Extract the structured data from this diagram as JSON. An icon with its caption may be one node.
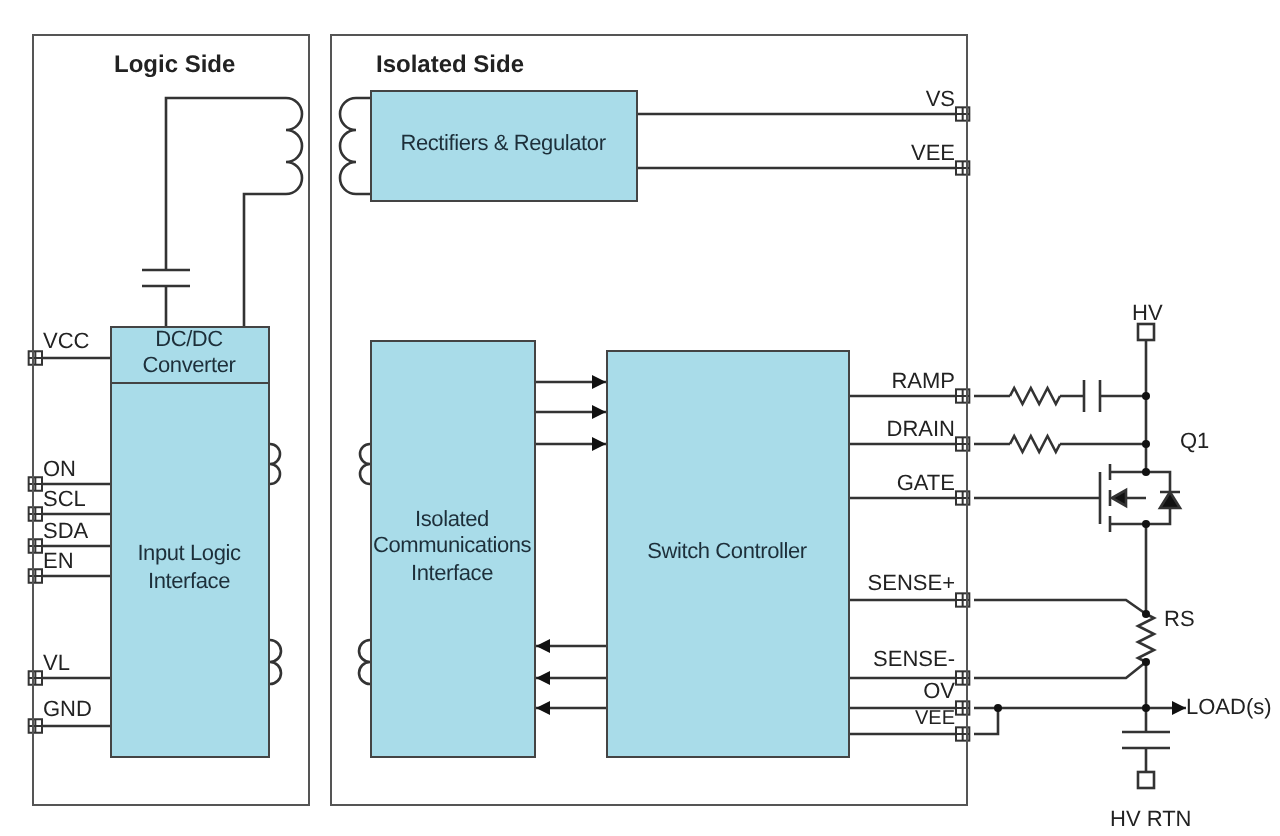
{
  "diagram": {
    "nodes": [
      {
        "text": [
          "Logic Side"
        ]
      },
      {
        "text": [
          "Isolated Side"
        ]
      },
      {
        "text": [
          "DC/DC Converter"
        ],
        "in": 0
      },
      {
        "text": [
          "Input Logic Interface"
        ],
        "in": 0
      },
      {
        "text": [
          "Rectifiers & Regulator"
        ],
        "in": 1
      },
      {
        "text": [
          "Isolated Communications Interface"
        ],
        "in": 1
      },
      {
        "text": [
          "Switch Controller"
        ],
        "in": 1
      },
      {
        "text": [
          "VCC"
        ],
        "in": 0
      },
      {
        "text": [
          "ON"
        ],
        "in": 0
      },
      {
        "text": [
          "SCL"
        ],
        "in": 0
      },
      {
        "text": [
          "SDA"
        ],
        "in": 0
      },
      {
        "text": [
          "EN"
        ],
        "in": 0
      },
      {
        "text": [
          "VL"
        ],
        "in": 0
      },
      {
        "text": [
          "GND"
        ],
        "in": 0
      },
      {
        "text": [
          "VS"
        ],
        "in": 1
      },
      {
        "text": [
          "VEE"
        ],
        "in": 1
      },
      {
        "text": [
          "RAMP"
        ],
        "in": 1
      },
      {
        "text": [
          "DRAIN"
        ],
        "in": 1
      },
      {
        "text": [
          "GATE"
        ],
        "in": 1
      },
      {
        "text": [
          "SENSE+"
        ],
        "in": 1
      },
      {
        "text": [
          "SENSE-"
        ],
        "in": 1
      },
      {
        "text": [
          "OV"
        ],
        "in": 1
      },
      {
        "text": [
          "VEE"
        ],
        "in": 1
      },
      {
        "text": [
          "LOAD(s)"
        ]
      }
    ],
    "edges": [
      {
        "from": 2,
        "to": 7,
        "arrow": "other"
      },
      {
        "from": 3,
        "to": 8,
        "arrow": "other"
      },
      {
        "from": 3,
        "to": 9,
        "arrow": "other"
      },
      {
        "from": 3,
        "to": 10,
        "arrow": "other"
      },
      {
        "from": 3,
        "to": 11,
        "arrow": "other"
      },
      {
        "from": 3,
        "to": 12,
        "arrow": "other"
      },
      {
        "from": 3,
        "to": 13,
        "arrow": "other"
      },
      {
        "from": 4,
        "to": 14,
        "arrow": "other"
      },
      {
        "from": 4,
        "to": 15,
        "arrow": "other"
      },
      {
        "from": 6,
        "to": 16,
        "arrow": "other"
      },
      {
        "from": 6,
        "to": 17,
        "arrow": "other"
      },
      {
        "from": 6,
        "to": 18,
        "arrow": "other"
      },
      {
        "from": 6,
        "to": 19,
        "arrow": "other"
      },
      {
        "from": 6,
        "to": 20,
        "arrow": "other"
      },
      {
        "from": 6,
        "to": 21,
        "arrow": "other"
      },
      {
        "from": 6,
        "to": 22,
        "arrow": "other"
      },
      {
        "from": 5,
        "to": 6,
        "arrow": "to"
      },
      {
        "from": 5,
        "to": 6,
        "arrow": "to"
      },
      {
        "from": 5,
        "to": 6,
        "arrow": "to"
      },
      {
        "from": 6,
        "to": 5,
        "arrow": "to"
      },
      {
        "from": 6,
        "to": 5,
        "arrow": "to"
      },
      {
        "from": 6,
        "to": 5,
        "arrow": "to"
      },
      {
        "from": null,
        "to": 23,
        "arrow": "to"
      }
    ],
    "labels": [
      "HV",
      "Q1",
      "RS",
      "HV RTN"
    ]
  }
}
